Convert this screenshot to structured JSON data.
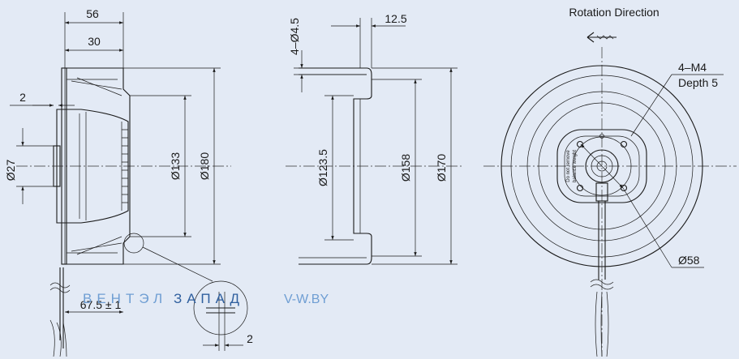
{
  "side_view": {
    "dim_depth": "56",
    "dim_rotor": "30",
    "dim_flange": "2",
    "dim_hub": "Ø27",
    "dim_ring": "Ø133",
    "dim_outer": "Ø180",
    "dim_cable": "67.5 ± 1",
    "dim_detail": "2"
  },
  "section_view": {
    "dim_holes": "4–Ø4.5",
    "dim_offset": "12.5",
    "dim_inner": "Ø123.5",
    "dim_mid": "Ø158",
    "dim_outer": "Ø170"
  },
  "front_view": {
    "title": "Rotation  Direction",
    "thread": "4–M4",
    "depth": "Depth 5",
    "circle": "Ø58",
    "hub_label_1": "Do not remove",
    "hub_label_2": "balance weight"
  },
  "watermark": {
    "brand_light": "ВЕНТЭЛ",
    "brand_dark": "ЗАПАД",
    "site": "V-W.BY"
  },
  "colors": {
    "background": "#e3eaf5",
    "line": "#1a1a1a",
    "watermark_light": "#6f9ed3",
    "watermark_dark": "#2f5f9e"
  }
}
